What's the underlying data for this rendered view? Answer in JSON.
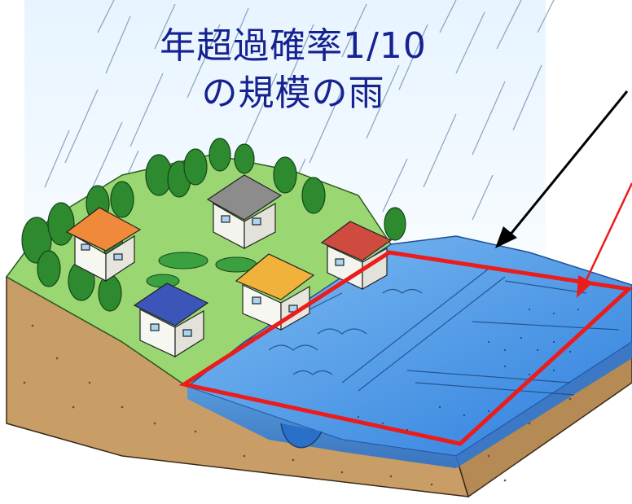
{
  "caption": {
    "line1": "年超過確率1/10",
    "line2": "の規模の雨"
  },
  "colors": {
    "caption_text": "#15228f",
    "flood_water": "#3f8fe6",
    "highlight_outline": "#ea1c1c",
    "pointer_black": "#000000",
    "pointer_red": "#ea1c1c",
    "soil": "#c49a62",
    "grass": "#8ed36a"
  },
  "icons": [
    "rain-streaks",
    "house",
    "tree",
    "rice-paddy",
    "river-channel"
  ]
}
